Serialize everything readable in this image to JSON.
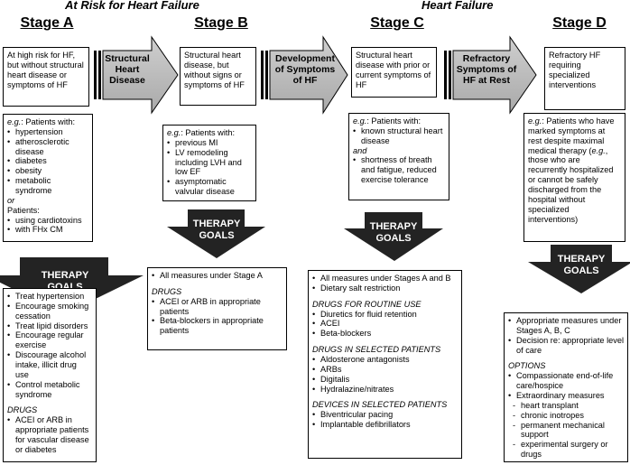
{
  "headers": {
    "risk": "At Risk for Heart Failure",
    "hf": "Heart Failure"
  },
  "stages": {
    "a": "Stage A",
    "b": "Stage B",
    "c": "Stage C",
    "d": "Stage D"
  },
  "transitions": {
    "ab": [
      "Structural",
      "Heart",
      "Disease"
    ],
    "bc": [
      "Development",
      "of Symptoms",
      "of HF"
    ],
    "cd": [
      "Refractory",
      "Symptoms of",
      "HF at Rest"
    ]
  },
  "therapy": [
    "THERAPY",
    "GOALS"
  ],
  "stage_a": {
    "desc": "At high risk for HF, but without structural heart disease or symptoms of HF",
    "eg": "e.g.",
    "eg_rest": ": Patients with:",
    "items": [
      "hypertension",
      "atherosclerotic disease",
      "diabetes",
      "obesity",
      "metabolic syndrome"
    ],
    "or": "or",
    "patients": "Patients:",
    "items2": [
      "using cardiotoxins",
      "with FHx CM"
    ],
    "goals": [
      "Treat hypertension",
      "Encourage smoking cessation",
      "Treat lipid disorders",
      "Encourage regular exercise",
      "Discourage alcohol intake, illicit drug use",
      "Control metabolic syndrome"
    ],
    "drugs_label": "Drugs",
    "drugs": [
      "ACEI or ARB in appropriate patients for vascular disease or diabetes"
    ]
  },
  "stage_b": {
    "desc": "Structural heart disease, but without signs or symptoms of HF",
    "eg": "e.g.",
    "eg_rest": ": Patients with:",
    "items": [
      "previous MI",
      "LV remodeling including LVH and low EF",
      "asymptomatic valvular disease"
    ],
    "goals": [
      "All measures under Stage A"
    ],
    "drugs_label": "Drugs",
    "drugs": [
      "ACEI or ARB in appropriate patients",
      "Beta-blockers in appropriate patients"
    ]
  },
  "stage_c": {
    "desc": "Structural heart disease with prior or current symptoms of HF",
    "eg": "e.g.",
    "eg_rest": ": Patients with:",
    "items": [
      "known structural heart disease"
    ],
    "and": "and",
    "items2": [
      "shortness of breath and fatigue, reduced exercise tolerance"
    ],
    "goals": [
      "All measures under Stages A and B",
      "Dietary salt restriction"
    ],
    "routine_label": "Drugs for routine use",
    "routine": [
      "Diuretics for fluid retention",
      "ACEI",
      "Beta-blockers"
    ],
    "selected_label": "Drugs in selected patients",
    "selected": [
      "Aldosterone antagonists",
      "ARBs",
      "Digitalis",
      "Hydralazine/nitrates"
    ],
    "devices_label": "Devices in selected patients",
    "devices": [
      "Biventricular pacing",
      "Implantable defibrillators"
    ]
  },
  "stage_d": {
    "desc": "Refractory HF requiring specialized interventions",
    "eg": "e.g.",
    "eg_text": ": Patients who have marked symptoms at rest despite maximal medical therapy (",
    "eg2": "e.g.",
    "eg_text2": ", those who are recurrently hospitalized or cannot be safely discharged from the hospital without specialized interventions)",
    "goals": [
      "Appropriate measures under Stages A, B, C",
      "Decision re: appropriate level of care"
    ],
    "options_label": "Options",
    "options": [
      "Compassionate end-of-life care/hospice",
      "Extraordinary measures"
    ],
    "sub_options": [
      "heart transplant",
      "chronic inotropes",
      "permanent mechanical support",
      "experimental surgery or drugs"
    ]
  }
}
